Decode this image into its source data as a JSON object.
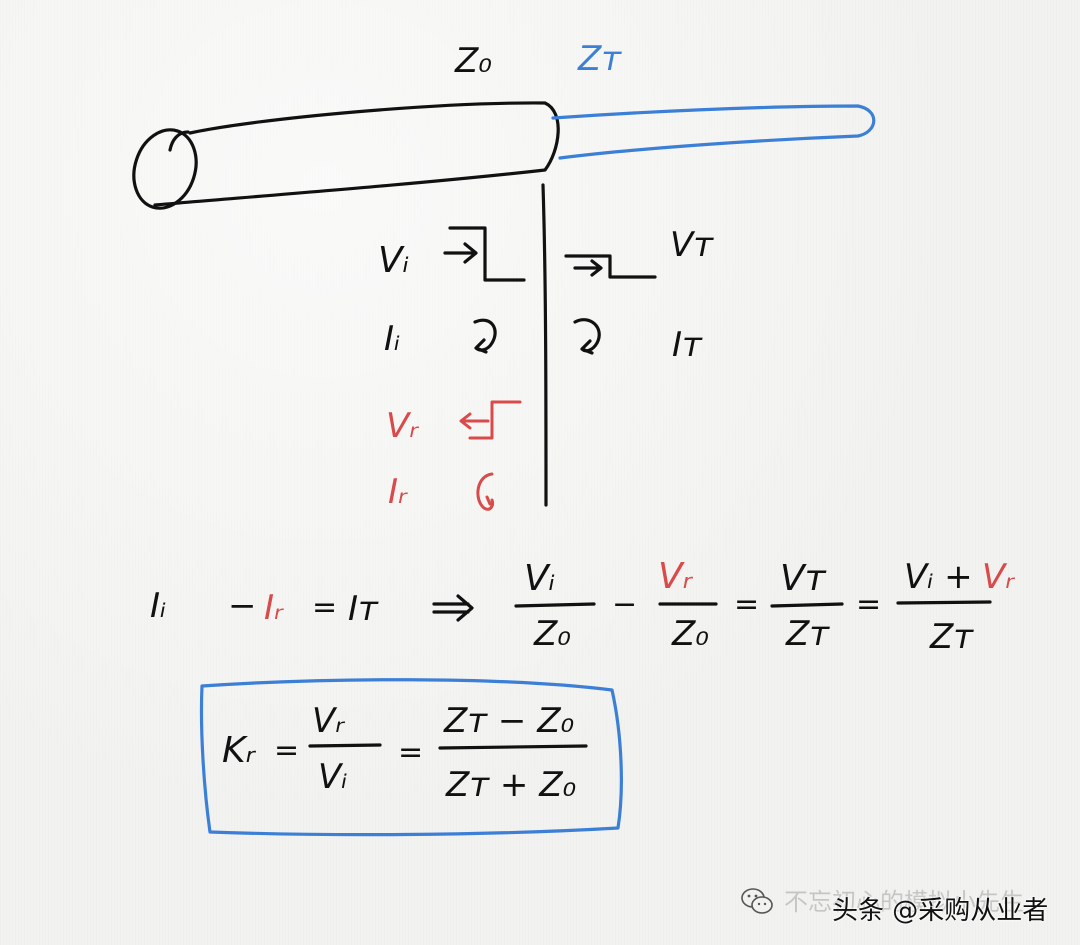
{
  "labels": {
    "z0": "Z₀",
    "zT": "Zᴛ",
    "vi": "Vᵢ",
    "vT": "Vᴛ",
    "ii": "Iᵢ",
    "iT": "Iᴛ",
    "vr": "Vᵣ",
    "ir": "Iᵣ"
  },
  "equation1": {
    "lhs_i": "Iᵢ",
    "minus1": "−",
    "lhs_r": "Iᵣ",
    "eq1": "=",
    "lhs_t": "Iᴛ",
    "implies": "⇒",
    "f1_num": "Vᵢ",
    "f1_den": "Z₀",
    "minus2": "−",
    "f2_num": "Vᵣ",
    "f2_den": "Z₀",
    "eq2": "=",
    "f3_num": "Vᴛ",
    "f3_den": "Zᴛ",
    "eq3": "=",
    "f4_num_a": "Vᵢ +",
    "f4_num_b": "Vᵣ",
    "f4_den": "Zᴛ"
  },
  "equation2": {
    "kr": "Kᵣ",
    "eq1": "=",
    "f1_num": "Vᵣ",
    "f1_den": "Vᵢ",
    "eq2": "=",
    "f2_num": "Zᴛ − Z₀",
    "f2_den": "Zᴛ + Z₀"
  },
  "watermark": {
    "faint": "不忘初心的模拟小先生",
    "main": "头条 @采购从业者"
  },
  "colors": {
    "ink": "#111111",
    "red": "#d94a4a",
    "blue": "#3c7fd6"
  }
}
